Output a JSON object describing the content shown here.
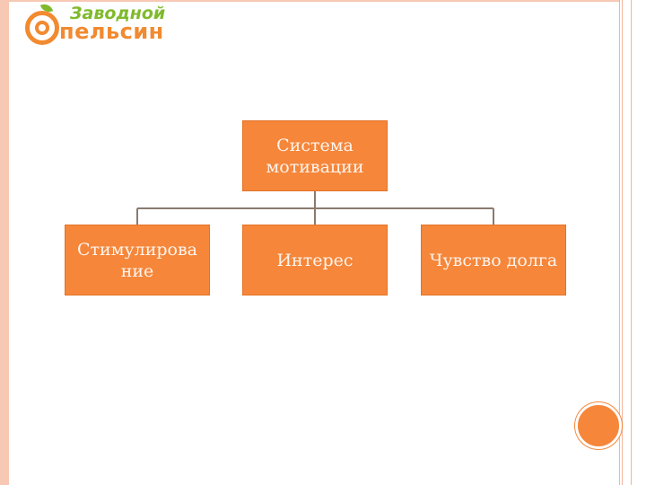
{
  "logo": {
    "line1": "Заводной",
    "line2": "пельсин"
  },
  "diagram": {
    "root": {
      "label": "Система мотивации"
    },
    "children": [
      {
        "label": "Стимулирова ние"
      },
      {
        "label": "Интерес"
      },
      {
        "label": "Чувство долга"
      }
    ]
  },
  "colors": {
    "box_fill": "#f5863a",
    "box_text": "#fff4ec",
    "connector": "#8a7a70",
    "frame": "#f7c8b3",
    "logo_orange": "#f28a30",
    "logo_green": "#7fba2c"
  }
}
